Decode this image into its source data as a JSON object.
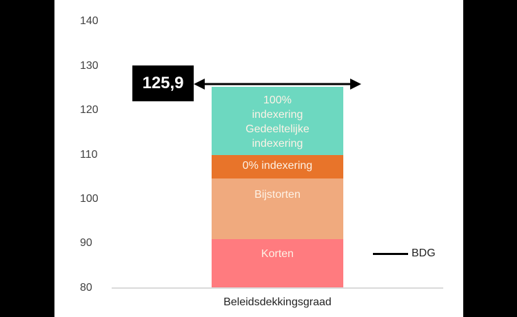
{
  "chart_data": {
    "type": "bar",
    "subtype": "stacked",
    "title": "",
    "xlabel": "",
    "ylabel": "",
    "categories": [
      "Beleidsdekkingsgraad"
    ],
    "ylim": [
      80,
      140
    ],
    "yticks": [
      "80",
      "90",
      "100",
      "110",
      "120",
      "130",
      "140"
    ],
    "grid": false,
    "series": [
      {
        "name": "Korten",
        "range": [
          80,
          91.2
        ],
        "color": "#ff7b7f"
      },
      {
        "name": "Bijstorten",
        "range": [
          91.2,
          104.7
        ],
        "color": "#f0aa7e"
      },
      {
        "name": "0% indexering",
        "range": [
          104.7,
          110
        ],
        "color": "#e8742a"
      },
      {
        "name": "100% indexering Gedeeltelijke indexering",
        "range": [
          110,
          125.9
        ],
        "color": "#6dd8c0"
      }
    ],
    "annotations": [
      {
        "type": "value-label",
        "text": "125,9",
        "value": 125.9
      },
      {
        "type": "double-arrow",
        "value": 125.9
      }
    ],
    "legend": {
      "position": "right",
      "entries": [
        {
          "label": "BDG",
          "style": "line",
          "color": "#000000"
        }
      ]
    }
  },
  "axis": {
    "yticks": [
      "140",
      "130",
      "120",
      "110",
      "100",
      "90",
      "80"
    ],
    "category_label": "Beleidsdekkingsgraad"
  },
  "segments": {
    "teal_line1": "100%",
    "teal_line2": "indexering",
    "teal_line3": "Gedeeltelijke",
    "teal_line4": "indexering",
    "orange": "0% indexering",
    "peach": "Bijstorten",
    "red": "Korten"
  },
  "value_label": "125,9",
  "legend": {
    "label": "BDG"
  },
  "colors": {
    "teal": "#6dd8c0",
    "orange": "#e8742a",
    "peach": "#f0aa7e",
    "red": "#ff7b7f",
    "axis": "#d9d9d9"
  }
}
